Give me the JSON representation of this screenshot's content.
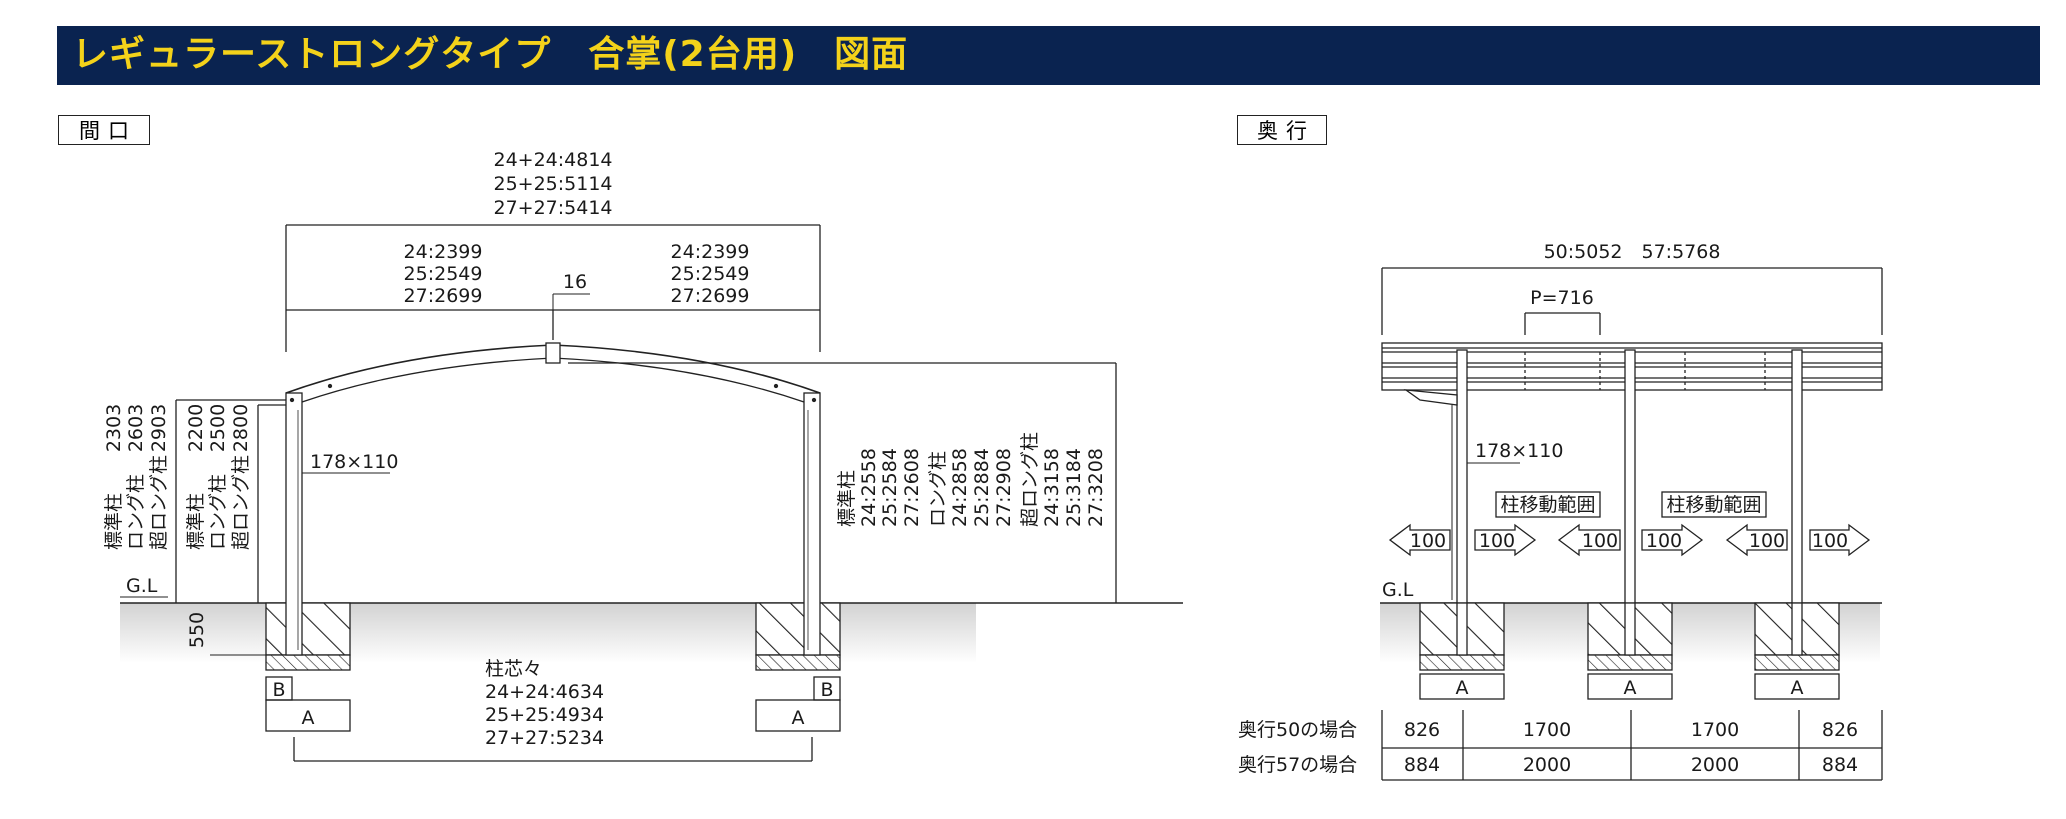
{
  "title": "レギュラーストロングタイプ　合掌(2台用)　図面",
  "front": {
    "label": "間口",
    "total_width": [
      "24+24:4814",
      "25+25:5114",
      "27+27:5414"
    ],
    "half_width_left": [
      "24:2399",
      "25:2549",
      "27:2699"
    ],
    "half_width_right": [
      "24:2399",
      "25:2549",
      "27:2699"
    ],
    "gap": "16",
    "post_size": "178×110",
    "gl": "G.L",
    "depth_in_ground": "550",
    "left_heights": [
      {
        "name": "標準柱",
        "value": "2303"
      },
      {
        "name": "ロング柱",
        "value": "2603"
      },
      {
        "name": "超ロング柱",
        "value": "2903"
      }
    ],
    "clear_heights": [
      {
        "name": "標準柱",
        "value": "2200"
      },
      {
        "name": "ロング柱",
        "value": "2500"
      },
      {
        "name": "超ロング柱",
        "value": "2800"
      }
    ],
    "peak_heights": [
      {
        "text": "標準柱"
      },
      {
        "text": "24:2558"
      },
      {
        "text": "25:2584"
      },
      {
        "text": "27:2608"
      },
      {
        "text": "ロング柱"
      },
      {
        "text": "24:2858"
      },
      {
        "text": "25:2884"
      },
      {
        "text": "27:2908"
      },
      {
        "text": "超ロング柱"
      },
      {
        "text": "24:3158"
      },
      {
        "text": "25:3184"
      },
      {
        "text": "27:3208"
      }
    ],
    "post_center": [
      "柱芯々",
      "24+24:4634",
      "25+25:4934",
      "27+27:5234"
    ],
    "footing_a": "A",
    "footing_b": "B"
  },
  "side": {
    "label": "奥行",
    "total_depth": "50:5052　57:5768",
    "pitch": "P=716",
    "post_size": "178×110",
    "gl": "G.L",
    "move_range": "柱移動範囲",
    "arrow_value": "100",
    "footing_a": "A",
    "rows": [
      {
        "label": "奥行50の場合",
        "values": [
          "826",
          "1700",
          "1700",
          "826"
        ]
      },
      {
        "label": "奥行57の場合",
        "values": [
          "884",
          "2000",
          "2000",
          "884"
        ]
      }
    ]
  }
}
